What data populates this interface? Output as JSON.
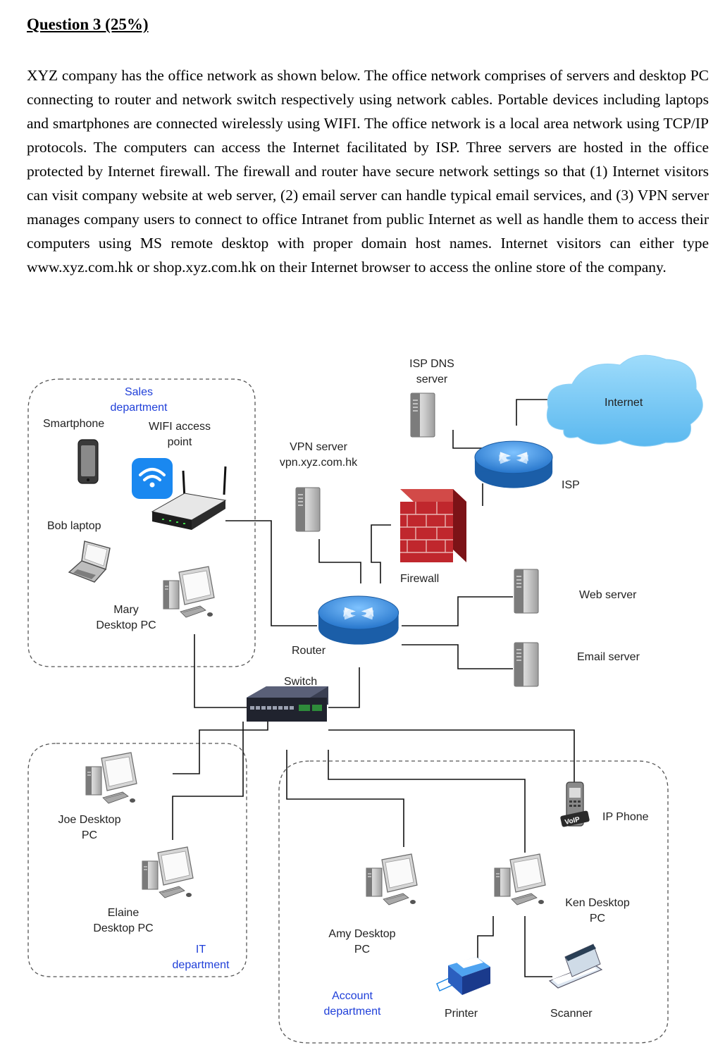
{
  "question": {
    "title": "Question 3 (25%)",
    "paragraph": "XYZ company has the office network as shown below. The office network comprises of servers and desktop PC connecting to router and network switch respectively using network cables. Portable devices including laptops and smartphones are connected wirelessly using WIFI. The office network is a local area network using TCP/IP protocols. The computers can access the Internet facilitated by ISP. Three servers are hosted in the office protected by Internet firewall. The firewall and router have secure network settings so that (1) Internet visitors can visit company website at web server, (2) email server can handle typical email services, and (3) VPN server manages company users to connect to office Intranet from public Internet as well as handle them to access their computers using MS remote desktop with proper domain host names. Internet visitors can either type www.xyz.com.hk or shop.xyz.com.hk on their Internet browser to access the online store of the company."
  },
  "diagram": {
    "departments": {
      "sales": [
        "Sales",
        "department"
      ],
      "it": [
        "IT",
        "department"
      ],
      "account": [
        "Account",
        "department"
      ]
    },
    "labels": {
      "smartphone": "Smartphone",
      "wifi": [
        "WIFI access",
        "point"
      ],
      "bob_laptop": "Bob laptop",
      "mary_pc": [
        "Mary",
        "Desktop PC"
      ],
      "isp_dns": [
        "ISP DNS",
        "server"
      ],
      "internet": "Internet",
      "isp": "ISP",
      "vpn": [
        "VPN server",
        "vpn.xyz.com.hk"
      ],
      "firewall": "Firewall",
      "web_server": "Web server",
      "email_server": "Email server",
      "router": "Router",
      "switch": "Switch",
      "joe_pc": [
        "Joe Desktop",
        "PC"
      ],
      "elaine_pc": [
        "Elaine",
        "Desktop PC"
      ],
      "ip_phone": "IP Phone",
      "ken_pc": [
        "Ken Desktop",
        "PC"
      ],
      "amy_pc": [
        "Amy Desktop",
        "PC"
      ],
      "printer": "Printer",
      "scanner": "Scanner",
      "voip_badge": "VoIP"
    },
    "colors": {
      "department_text": "#1f3fd9",
      "router_blue": "#2f86d8",
      "firewall_red": "#c0272d",
      "internet_cloud": "#6cc3f3",
      "wifi_blue": "#1a88f0"
    }
  }
}
